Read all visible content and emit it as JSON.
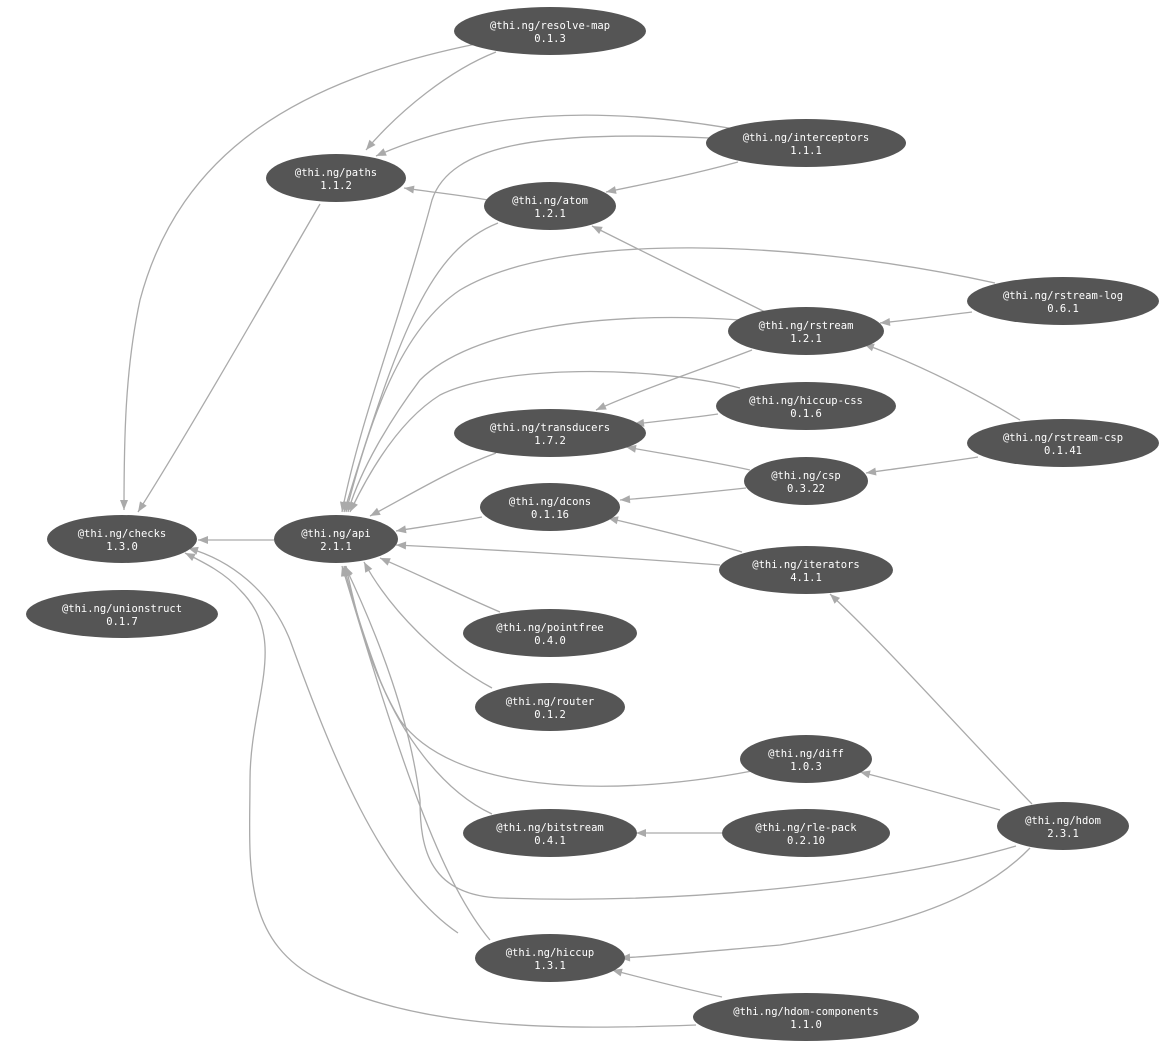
{
  "nodes": [
    {
      "id": "resolve-map",
      "name": "@thi.ng/resolve-map",
      "version": "0.1.3"
    },
    {
      "id": "paths",
      "name": "@thi.ng/paths",
      "version": "1.1.2"
    },
    {
      "id": "interceptors",
      "name": "@thi.ng/interceptors",
      "version": "1.1.1"
    },
    {
      "id": "atom",
      "name": "@thi.ng/atom",
      "version": "1.2.1"
    },
    {
      "id": "rstream-log",
      "name": "@thi.ng/rstream-log",
      "version": "0.6.1"
    },
    {
      "id": "rstream",
      "name": "@thi.ng/rstream",
      "version": "1.2.1"
    },
    {
      "id": "hiccup-css",
      "name": "@thi.ng/hiccup-css",
      "version": "0.1.6"
    },
    {
      "id": "transducers",
      "name": "@thi.ng/transducers",
      "version": "1.7.2"
    },
    {
      "id": "rstream-csp",
      "name": "@thi.ng/rstream-csp",
      "version": "0.1.41"
    },
    {
      "id": "csp",
      "name": "@thi.ng/csp",
      "version": "0.3.22"
    },
    {
      "id": "dcons",
      "name": "@thi.ng/dcons",
      "version": "0.1.16"
    },
    {
      "id": "checks",
      "name": "@thi.ng/checks",
      "version": "1.3.0"
    },
    {
      "id": "api",
      "name": "@thi.ng/api",
      "version": "2.1.1"
    },
    {
      "id": "iterators",
      "name": "@thi.ng/iterators",
      "version": "4.1.1"
    },
    {
      "id": "unionstruct",
      "name": "@thi.ng/unionstruct",
      "version": "0.1.7"
    },
    {
      "id": "pointfree",
      "name": "@thi.ng/pointfree",
      "version": "0.4.0"
    },
    {
      "id": "router",
      "name": "@thi.ng/router",
      "version": "0.1.2"
    },
    {
      "id": "diff",
      "name": "@thi.ng/diff",
      "version": "1.0.3"
    },
    {
      "id": "bitstream",
      "name": "@thi.ng/bitstream",
      "version": "0.4.1"
    },
    {
      "id": "rle-pack",
      "name": "@thi.ng/rle-pack",
      "version": "0.2.10"
    },
    {
      "id": "hdom",
      "name": "@thi.ng/hdom",
      "version": "2.3.1"
    },
    {
      "id": "hiccup",
      "name": "@thi.ng/hiccup",
      "version": "1.3.1"
    },
    {
      "id": "hdom-components",
      "name": "@thi.ng/hdom-components",
      "version": "1.1.0"
    }
  ],
  "edges": [
    {
      "from": "resolve-map",
      "to": "checks"
    },
    {
      "from": "resolve-map",
      "to": "paths"
    },
    {
      "from": "paths",
      "to": "checks"
    },
    {
      "from": "interceptors",
      "to": "paths"
    },
    {
      "from": "interceptors",
      "to": "atom"
    },
    {
      "from": "interceptors",
      "to": "api"
    },
    {
      "from": "atom",
      "to": "paths"
    },
    {
      "from": "atom",
      "to": "api"
    },
    {
      "from": "rstream-log",
      "to": "rstream"
    },
    {
      "from": "rstream-log",
      "to": "api"
    },
    {
      "from": "rstream",
      "to": "atom"
    },
    {
      "from": "rstream",
      "to": "transducers"
    },
    {
      "from": "rstream",
      "to": "api"
    },
    {
      "from": "hiccup-css",
      "to": "transducers"
    },
    {
      "from": "hiccup-css",
      "to": "api"
    },
    {
      "from": "transducers",
      "to": "api"
    },
    {
      "from": "rstream-csp",
      "to": "rstream"
    },
    {
      "from": "rstream-csp",
      "to": "csp"
    },
    {
      "from": "csp",
      "to": "transducers"
    },
    {
      "from": "csp",
      "to": "dcons"
    },
    {
      "from": "dcons",
      "to": "api"
    },
    {
      "from": "api",
      "to": "checks"
    },
    {
      "from": "iterators",
      "to": "dcons"
    },
    {
      "from": "iterators",
      "to": "api"
    },
    {
      "from": "pointfree",
      "to": "api"
    },
    {
      "from": "router",
      "to": "api"
    },
    {
      "from": "diff",
      "to": "api"
    },
    {
      "from": "bitstream",
      "to": "api"
    },
    {
      "from": "rle-pack",
      "to": "bitstream"
    },
    {
      "from": "hdom",
      "to": "iterators"
    },
    {
      "from": "hdom",
      "to": "diff"
    },
    {
      "from": "hdom",
      "to": "api"
    },
    {
      "from": "hdom",
      "to": "hiccup"
    },
    {
      "from": "hiccup",
      "to": "api"
    },
    {
      "from": "hiccup",
      "to": "checks"
    },
    {
      "from": "hdom-components",
      "to": "hiccup"
    },
    {
      "from": "hdom-components",
      "to": "checks"
    }
  ]
}
